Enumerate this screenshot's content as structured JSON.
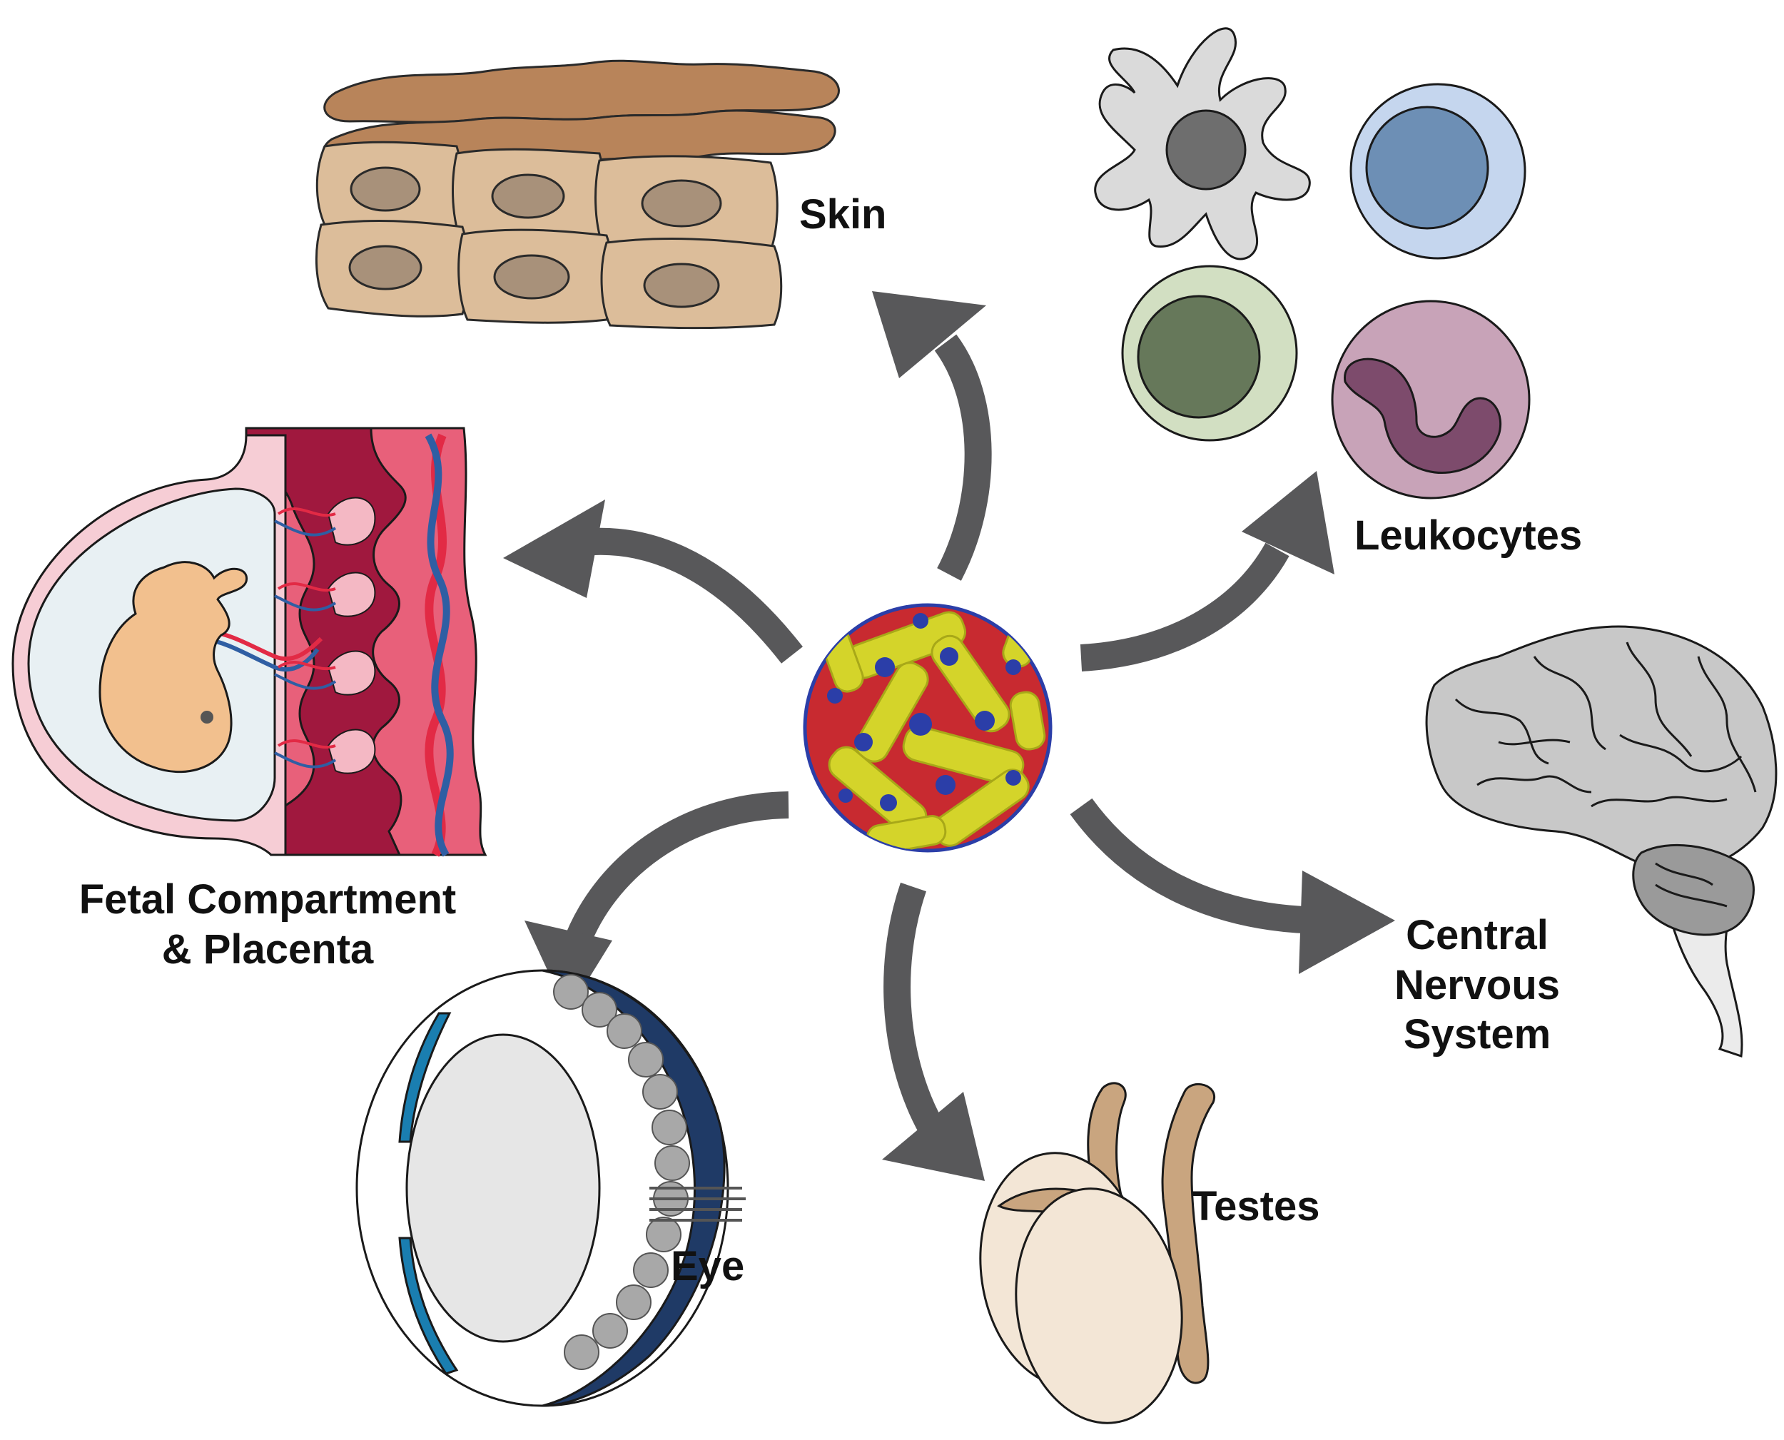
{
  "labels": {
    "skin": "Skin",
    "leukocytes": "Leukocytes",
    "fetal_line1": "Fetal Compartment",
    "fetal_line2": "& Placenta",
    "cns_line1": "Central",
    "cns_line2": "Nervous",
    "cns_line3": "System",
    "eye": "Eye",
    "testes": "Testes"
  },
  "icons": {
    "center": "virus-particle-icon",
    "skin": "skin-cells-icon",
    "leukocytes": "leukocytes-icon",
    "fetal": "fetal-placenta-icon",
    "cns": "brain-icon",
    "eye": "eye-icon",
    "testes": "testes-icon",
    "arrows": "curved-arrow-icon"
  },
  "colors": {
    "arrow": "#58585a",
    "virus_yellow": "#d4d42a",
    "virus_red": "#d8262e",
    "virus_blue": "#2b3ea8",
    "skin_top": "#b8845a",
    "skin_cell": "#dcbd9a",
    "skin_nucleus": "#a8917a",
    "placenta_dark": "#a0183e",
    "placenta_pink": "#e8607a",
    "fetus": "#f2c08e",
    "brain": "#c8c8c8",
    "testes_light": "#f3e6d6",
    "testes_tan": "#c9a57f",
    "eye_blue": "#1a7eb0"
  }
}
